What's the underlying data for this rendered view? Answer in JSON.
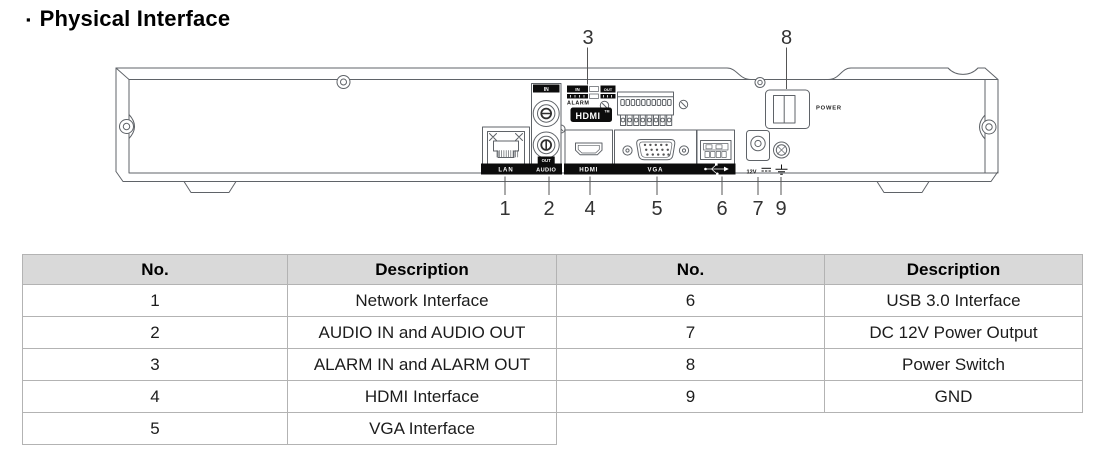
{
  "heading": {
    "bullet": "▪",
    "title": "Physical Interface"
  },
  "diagram": {
    "labels": {
      "lan": "LAN",
      "audio": "AUDIO",
      "audio_in": "IN",
      "audio_out": "OUT",
      "alarm": "ALARM",
      "alarm_in": "IN",
      "alarm_out": "OUT",
      "hdmi_logo": "HDMI",
      "hdmi_logo_tm": "TM",
      "hdmi": "HDMI",
      "vga": "VGA",
      "power": "POWER",
      "dc_label": "12V"
    },
    "callouts": {
      "top": [
        {
          "n": "3"
        },
        {
          "n": "8"
        }
      ],
      "bottom": [
        {
          "n": "1"
        },
        {
          "n": "2"
        },
        {
          "n": "4"
        },
        {
          "n": "5"
        },
        {
          "n": "6"
        },
        {
          "n": "7"
        },
        {
          "n": "9"
        }
      ]
    }
  },
  "table": {
    "headers": {
      "no1": "No.",
      "desc1": "Description",
      "no2": "No.",
      "desc2": "Description"
    },
    "rows": [
      {
        "no1": "1",
        "desc1": "Network Interface",
        "no2": "6",
        "desc2": "USB 3.0 Interface"
      },
      {
        "no1": "2",
        "desc1": "AUDIO IN and AUDIO OUT",
        "no2": "7",
        "desc2": "DC 12V Power Output"
      },
      {
        "no1": "3",
        "desc1": "ALARM IN and ALARM OUT",
        "no2": "8",
        "desc2": "Power Switch"
      },
      {
        "no1": "4",
        "desc1": "HDMI Interface",
        "no2": "9",
        "desc2": "GND"
      },
      {
        "no1": "5",
        "desc1": "VGA Interface",
        "no2": "",
        "desc2": ""
      }
    ]
  },
  "colors": {
    "table_header_bg": "#d9d9d9",
    "table_border": "#b3b3b3",
    "drawing_line": "#5f6368",
    "label_bar": "#0c0c0c"
  }
}
